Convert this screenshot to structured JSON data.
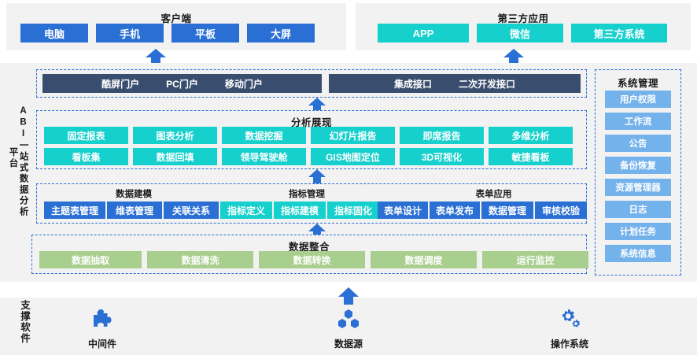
{
  "top": {
    "client": {
      "title": "客户端",
      "items": [
        "电脑",
        "手机",
        "平板",
        "大屏"
      ]
    },
    "third_party": {
      "title": "第三方应用",
      "items": [
        "APP",
        "微信",
        "第三方系统"
      ]
    }
  },
  "platform": {
    "vertical_label_main": "ABI一站式数据分析",
    "vertical_label_second": "平台"
  },
  "portal": {
    "left_items": [
      "酷屏门户",
      "PC门户",
      "移动门户"
    ],
    "right_items": [
      "集成接口",
      "二次开发接口"
    ]
  },
  "analysis": {
    "title": "分析展现",
    "row1": [
      "固定报表",
      "图表分析",
      "数据挖掘",
      "幻灯片报告",
      "即席报告",
      "多维分析"
    ],
    "row2": [
      "看板集",
      "数据回填",
      "领导驾驶舱",
      "GIS地图定位",
      "3D可视化",
      "敏捷看板"
    ]
  },
  "middle": {
    "groups": [
      {
        "title": "数据建模",
        "items": [
          "主题表管理",
          "维表管理",
          "关联关系"
        ],
        "color": "blue"
      },
      {
        "title": "指标管理",
        "items": [
          "指标定义",
          "指标建模",
          "指标固化"
        ],
        "color": "teal"
      },
      {
        "title": "表单应用",
        "items": [
          "表单设计",
          "表单发布",
          "数据管理",
          "审核校验"
        ],
        "color": "blue"
      }
    ]
  },
  "integration": {
    "title": "数据整合",
    "items": [
      "数据抽取",
      "数据清洗",
      "数据转换",
      "数据调度",
      "运行监控"
    ]
  },
  "system_management": {
    "title": "系统管理",
    "items": [
      "用户权限",
      "工作流",
      "公告",
      "备份恢复",
      "资源管理器",
      "日志",
      "计划任务",
      "系统信息"
    ]
  },
  "support": {
    "label": "支撑软件",
    "items": [
      {
        "caption": "中间件",
        "icon": "puzzle-icon"
      },
      {
        "caption": "数据源",
        "icon": "database-nodes-icon"
      },
      {
        "caption": "操作系统",
        "icon": "gear-icon"
      }
    ]
  },
  "colors": {
    "blue": "#2a6fd4",
    "teal": "#16d0cd",
    "green": "#a8cf8e",
    "light_blue": "#74b2ec",
    "navy": "#394e6e",
    "band": "#f2f2f2"
  }
}
